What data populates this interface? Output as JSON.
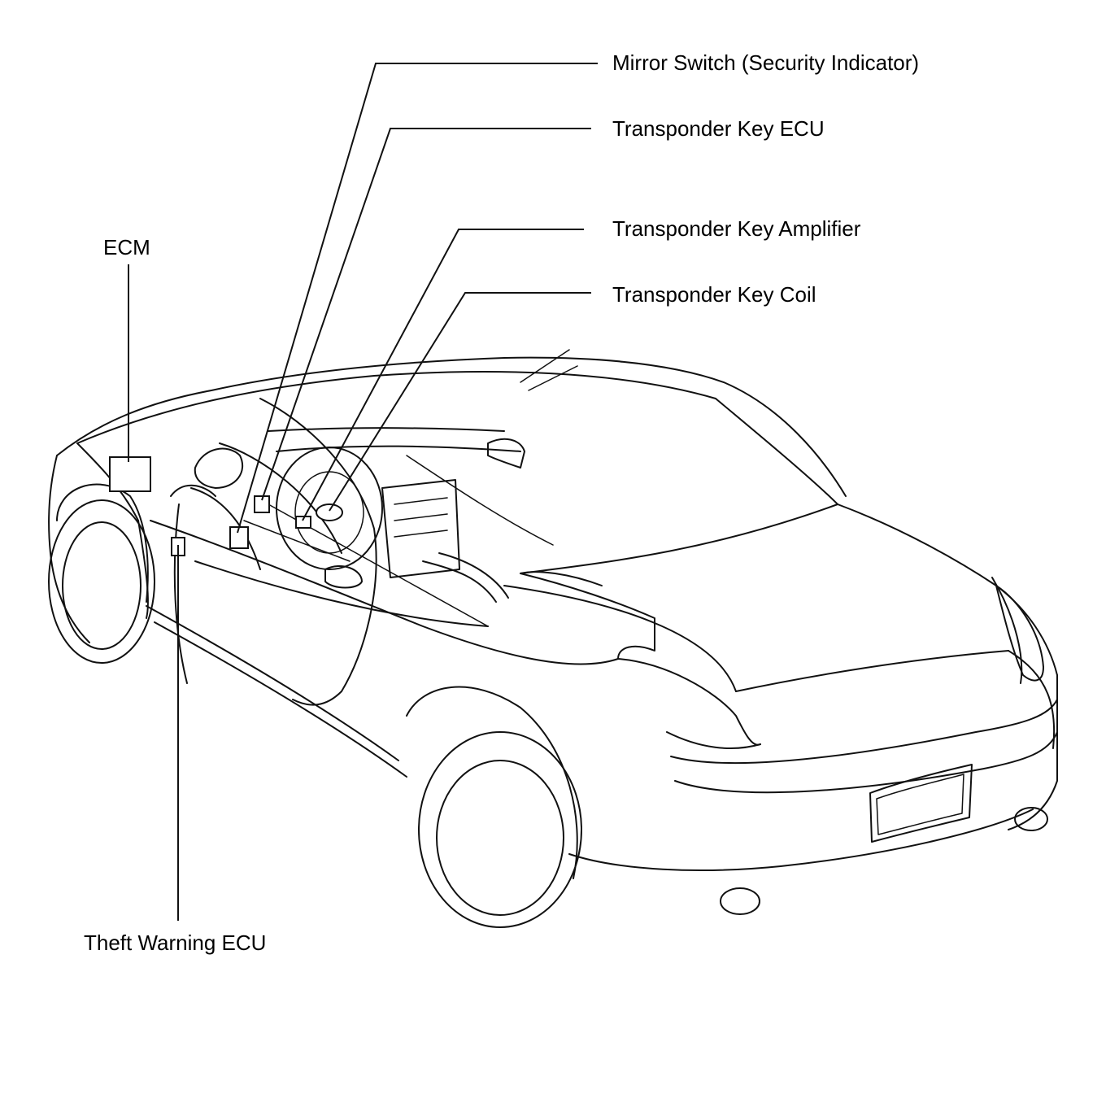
{
  "labels": {
    "mirror_switch": "Mirror Switch (Security Indicator)",
    "transponder_key_ecu": "Transponder Key ECU",
    "transponder_key_amplifier": "Transponder Key Amplifier",
    "transponder_key_coil": "Transponder Key Coil",
    "ecm": "ECM",
    "theft_warning_ecu": "Theft Warning ECU"
  }
}
